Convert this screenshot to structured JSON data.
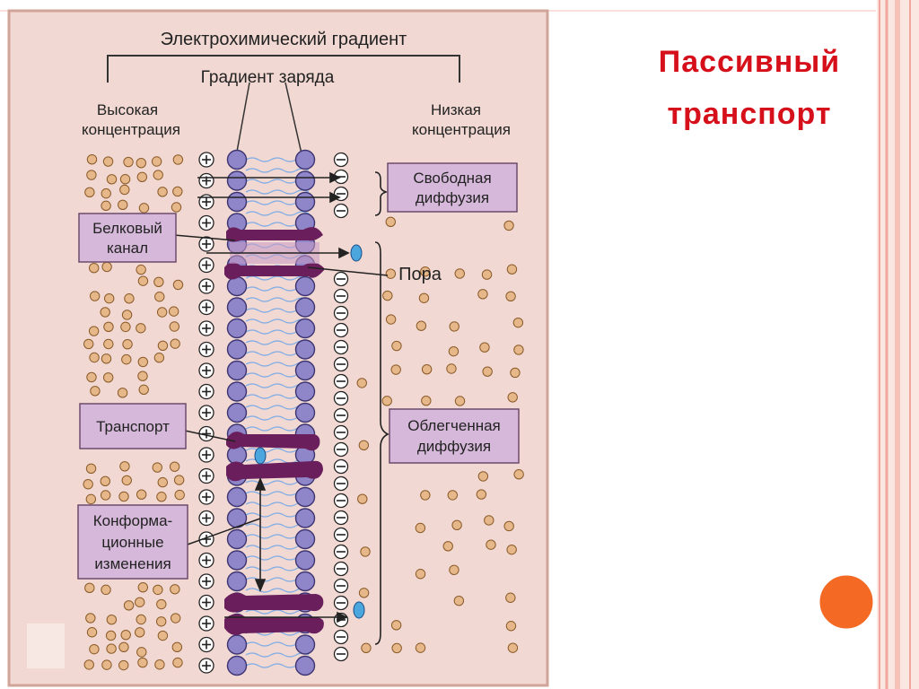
{
  "slide": {
    "title_line1": "Пассивный",
    "title_line2": "транспорт"
  },
  "diagram": {
    "electrochemical_gradient": "Электрохимический градиент",
    "charge_gradient": "Градиент заряда",
    "high_concentration_1": "Высокая",
    "high_concentration_2": "концентрация",
    "low_concentration_1": "Низкая",
    "low_concentration_2": "концентрация",
    "free_diffusion_1": "Свободная",
    "free_diffusion_2": "диффузия",
    "protein_channel_1": "Белковый",
    "protein_channel_2": "канал",
    "pore": "Пора",
    "transport": "Транспорт",
    "facilitated_diffusion_1": "Облегченная",
    "facilitated_diffusion_2": "диффузия",
    "conformational_1": "Конформа-",
    "conformational_2": "ционные",
    "conformational_3": "изменения"
  },
  "colors": {
    "title": "#d6101a",
    "diagram_bg": "#f1d8d2",
    "frame": "#d1a49a",
    "label_box": "#d6b8da",
    "label_border": "#6e4a6c",
    "lipid_head": "#8f85c9",
    "protein": "#6a1f5c",
    "molecule": "#e6b788",
    "ion": "#4aa6dd",
    "accent_circle": "#f46a24",
    "deco_stripe": "#f2a79c"
  },
  "icons": [
    "plus-charge-icon",
    "minus-charge-icon",
    "arrow-icon",
    "decorative-orange-circle-icon"
  ]
}
